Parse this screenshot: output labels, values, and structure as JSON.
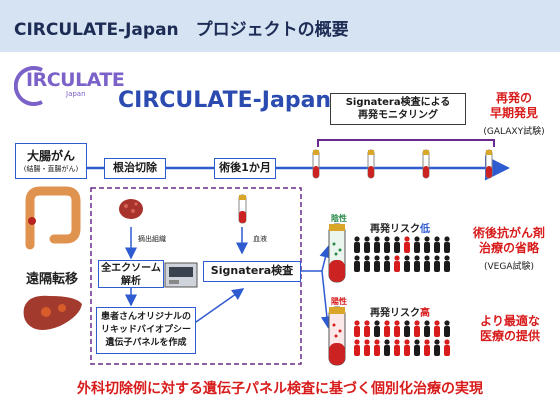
{
  "header": {
    "title": "CIRCULATE-Japan　プロジェクトの概要"
  },
  "logo": {
    "text": "IRCULATE",
    "sub": "Japan"
  },
  "main_title": "CIRCULATE-Japan",
  "signatera_monitoring": "Signatera検査による\n再発モニタリング",
  "colorectal": {
    "title": "大腸がん",
    "sub": "(結腸・直腸がん)"
  },
  "metastasis": "遠隔転移",
  "steps": {
    "surgery": "根治切除",
    "postop": "術後1か月"
  },
  "tissue_label": "摘出組織",
  "blood_label": "血液",
  "exome": "全エクソーム\n解析",
  "panel": "患者さんオリジナルの\nリキッドバイオプシー\n遺伝子パネルを作成",
  "signatera_test": "Signatera検査",
  "negative": {
    "tube_label": "陰性",
    "risk_prefix": "再発リスク",
    "risk_level": "低"
  },
  "positive": {
    "tube_label": "陽性",
    "risk_prefix": "再発リスク",
    "risk_level": "高"
  },
  "outcomes": {
    "early": {
      "title": "再発の\n早期発見",
      "sub": "(GALAXY試験)"
    },
    "omit": {
      "title": "術後抗がん剤\n治療の省略",
      "sub": "(VEGA試験)"
    },
    "optimal": {
      "title": "より最適な\n医療の提供"
    }
  },
  "footer": "外科切除例に対する遺伝子パネル検査に基づく個別化治療の実現",
  "colors": {
    "accent_blue": "#2f5bd0",
    "red": "#d81c1c",
    "purple": "#6a2a8c",
    "green": "#2a8a4a"
  }
}
